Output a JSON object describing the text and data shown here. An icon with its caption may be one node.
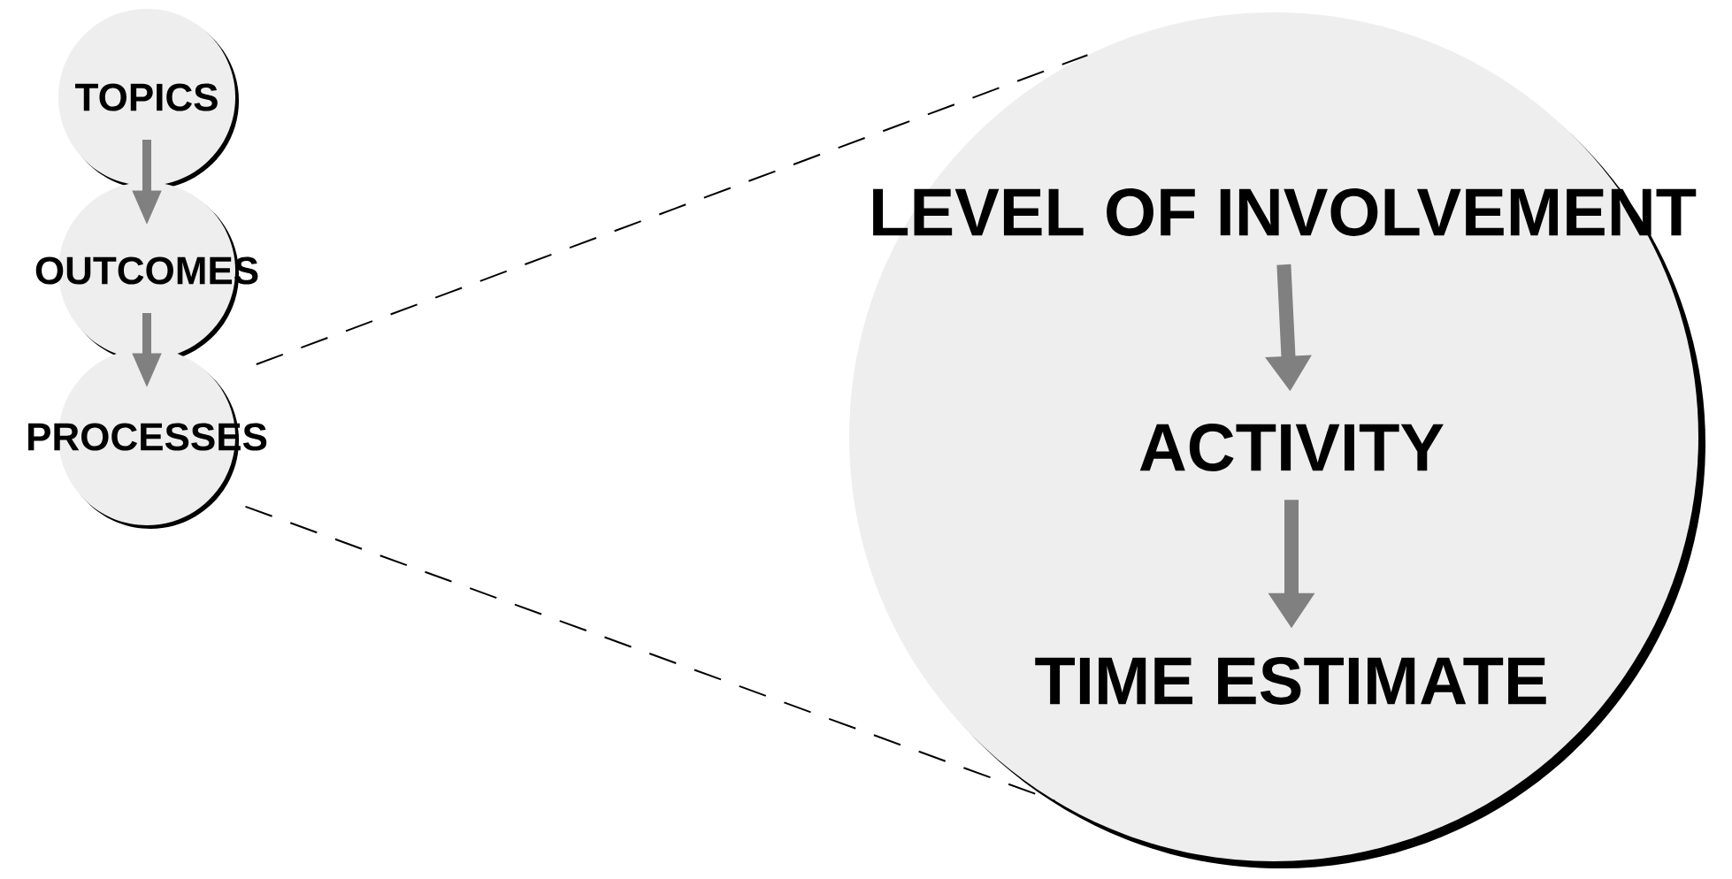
{
  "diagram": {
    "nodes": [
      {
        "text": [
          "TOPICS"
        ]
      },
      {
        "text": [
          "OUTCOMES"
        ]
      },
      {
        "text": [
          "PROCESSES"
        ]
      },
      {
        "text": [],
        "shape": "circle"
      },
      {
        "text": [
          "LEVEL OF INVOLVEMENT"
        ],
        "in": 3
      },
      {
        "text": [
          "ACTIVITY"
        ],
        "in": 3
      },
      {
        "text": [
          "TIME ESTIMATE"
        ],
        "in": 3
      }
    ],
    "edges": [
      {
        "from": 0,
        "to": 1,
        "arrow": "to"
      },
      {
        "from": 1,
        "to": 2,
        "arrow": "to"
      },
      {
        "from": 2,
        "to": 3,
        "arrow": "none",
        "style": "dashed",
        "color": "#000000"
      },
      {
        "from": 2,
        "to": 3,
        "arrow": "none",
        "style": "dashed",
        "color": "#000000"
      },
      {
        "from": 4,
        "to": 5,
        "arrow": "to"
      },
      {
        "from": 5,
        "to": 6,
        "arrow": "to"
      }
    ]
  }
}
